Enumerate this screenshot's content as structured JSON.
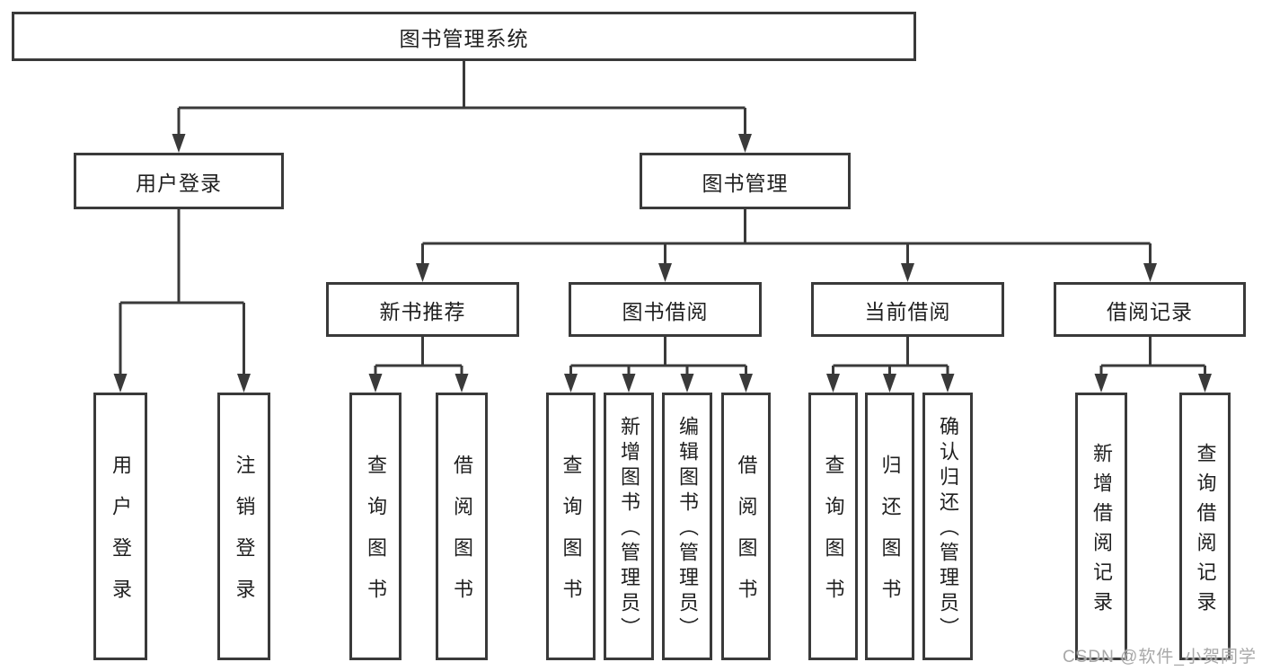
{
  "tree": {
    "label": "图书管理系统",
    "children": [
      {
        "label": "用户登录",
        "children": [
          {
            "label": "用户登录"
          },
          {
            "label": "注销登录"
          }
        ]
      },
      {
        "label": "图书管理",
        "children": [
          {
            "label": "新书推荐",
            "children": [
              {
                "label": "查询图书"
              },
              {
                "label": "借阅图书"
              }
            ]
          },
          {
            "label": "图书借阅",
            "children": [
              {
                "label": "查询图书"
              },
              {
                "label": "新增图书（管理员）"
              },
              {
                "label": "编辑图书（管理员）"
              },
              {
                "label": "借阅图书"
              }
            ]
          },
          {
            "label": "当前借阅",
            "children": [
              {
                "label": "查询图书"
              },
              {
                "label": "归还图书"
              },
              {
                "label": "确认归还（管理员）"
              }
            ]
          },
          {
            "label": "借阅记录",
            "children": [
              {
                "label": "新增借阅记录"
              },
              {
                "label": "查询借阅记录"
              }
            ]
          }
        ]
      }
    ]
  },
  "watermark": {
    "text": "CSDN @软件_小贺同学"
  },
  "colors": {
    "line": "#3a3a3a",
    "text": "#1f1f1f",
    "background": "#ffffff",
    "watermark": "#a8a8a8"
  }
}
